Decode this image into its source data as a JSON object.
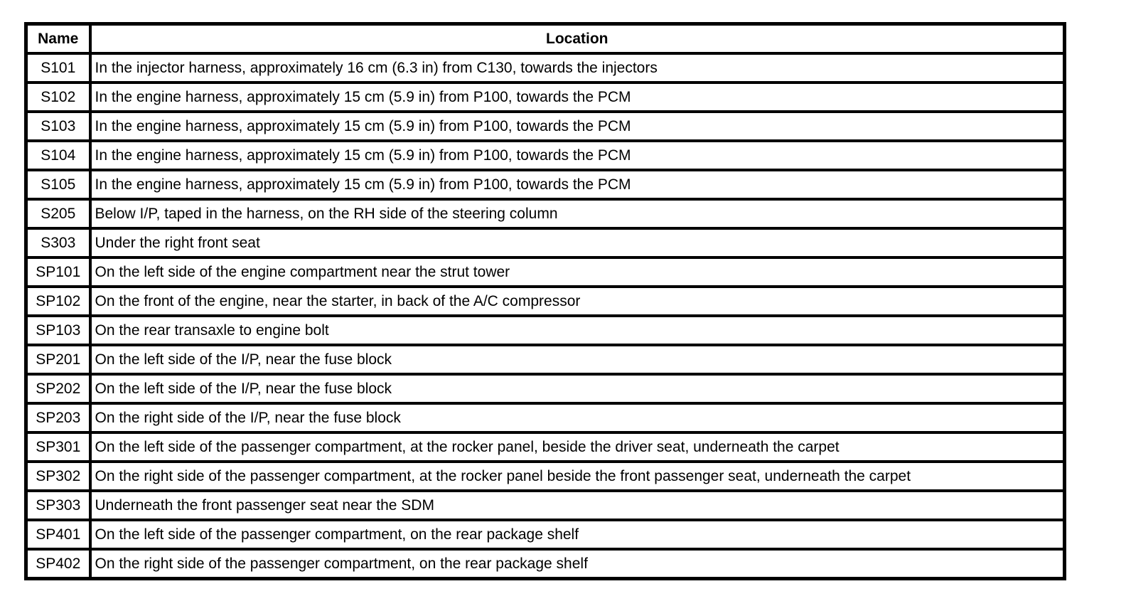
{
  "table": {
    "headers": [
      "Name",
      "Location"
    ],
    "rows": [
      {
        "name": "S101",
        "location": "In the injector harness, approximately 16 cm (6.3 in) from C130, towards the injectors"
      },
      {
        "name": "S102",
        "location": "In the engine harness, approximately 15 cm (5.9 in) from P100, towards the PCM"
      },
      {
        "name": "S103",
        "location": "In the engine harness, approximately 15 cm (5.9 in) from P100, towards the PCM"
      },
      {
        "name": "S104",
        "location": "In the engine harness, approximately 15 cm (5.9 in) from P100, towards the PCM"
      },
      {
        "name": "S105",
        "location": "In the engine harness, approximately 15 cm (5.9 in) from P100, towards the PCM"
      },
      {
        "name": "S205",
        "location": "Below I/P, taped in the harness, on the RH side of the steering column"
      },
      {
        "name": "S303",
        "location": "Under the right front seat"
      },
      {
        "name": "SP101",
        "location": "On the left side of the engine compartment near the strut tower"
      },
      {
        "name": "SP102",
        "location": "On the front of the engine, near the starter, in back of the A/C compressor"
      },
      {
        "name": "SP103",
        "location": "On the rear transaxle to engine bolt"
      },
      {
        "name": "SP201",
        "location": "On the left side of the I/P, near the fuse block"
      },
      {
        "name": "SP202",
        "location": "On the left side of the I/P, near the fuse block"
      },
      {
        "name": "SP203",
        "location": "On the right side of the I/P, near the fuse block"
      },
      {
        "name": "SP301",
        "location": "On the left side of the passenger compartment, at the rocker panel, beside the driver seat, underneath the carpet"
      },
      {
        "name": "SP302",
        "location": "On the right side of the passenger compartment, at the rocker panel beside the front passenger seat, underneath the carpet"
      },
      {
        "name": "SP303",
        "location": "Underneath the front passenger seat near the SDM"
      },
      {
        "name": "SP401",
        "location": "On the left side of the passenger compartment, on the rear package shelf"
      },
      {
        "name": "SP402",
        "location": "On the right side of the passenger compartment, on the rear package shelf"
      }
    ],
    "border_color": "#000000",
    "background_color": "#ffffff"
  }
}
